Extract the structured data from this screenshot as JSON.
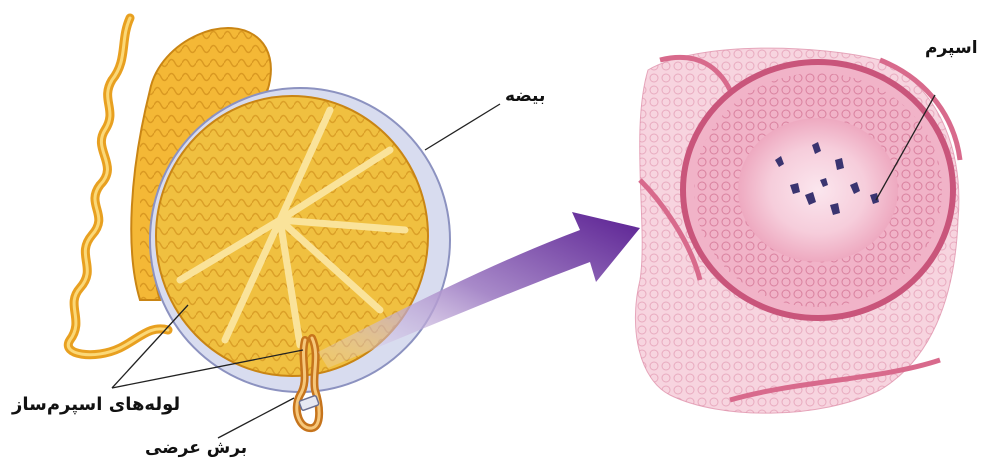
{
  "labels": {
    "testis": "بیضه",
    "sperm": "اسپرم",
    "seminiferous_tubules": "لوله‌های اسپرم‌ساز",
    "cross_section": "برش عرضی"
  },
  "colors": {
    "tubule": "#f2b02a",
    "tubule_light": "#f8d36a",
    "capsule": "#c9cde8",
    "arrow": "#6a2fa0",
    "tissue_pink": "#f2b7c8",
    "tissue_dark": "#d86a8c",
    "nucleus": "#3a3470"
  }
}
